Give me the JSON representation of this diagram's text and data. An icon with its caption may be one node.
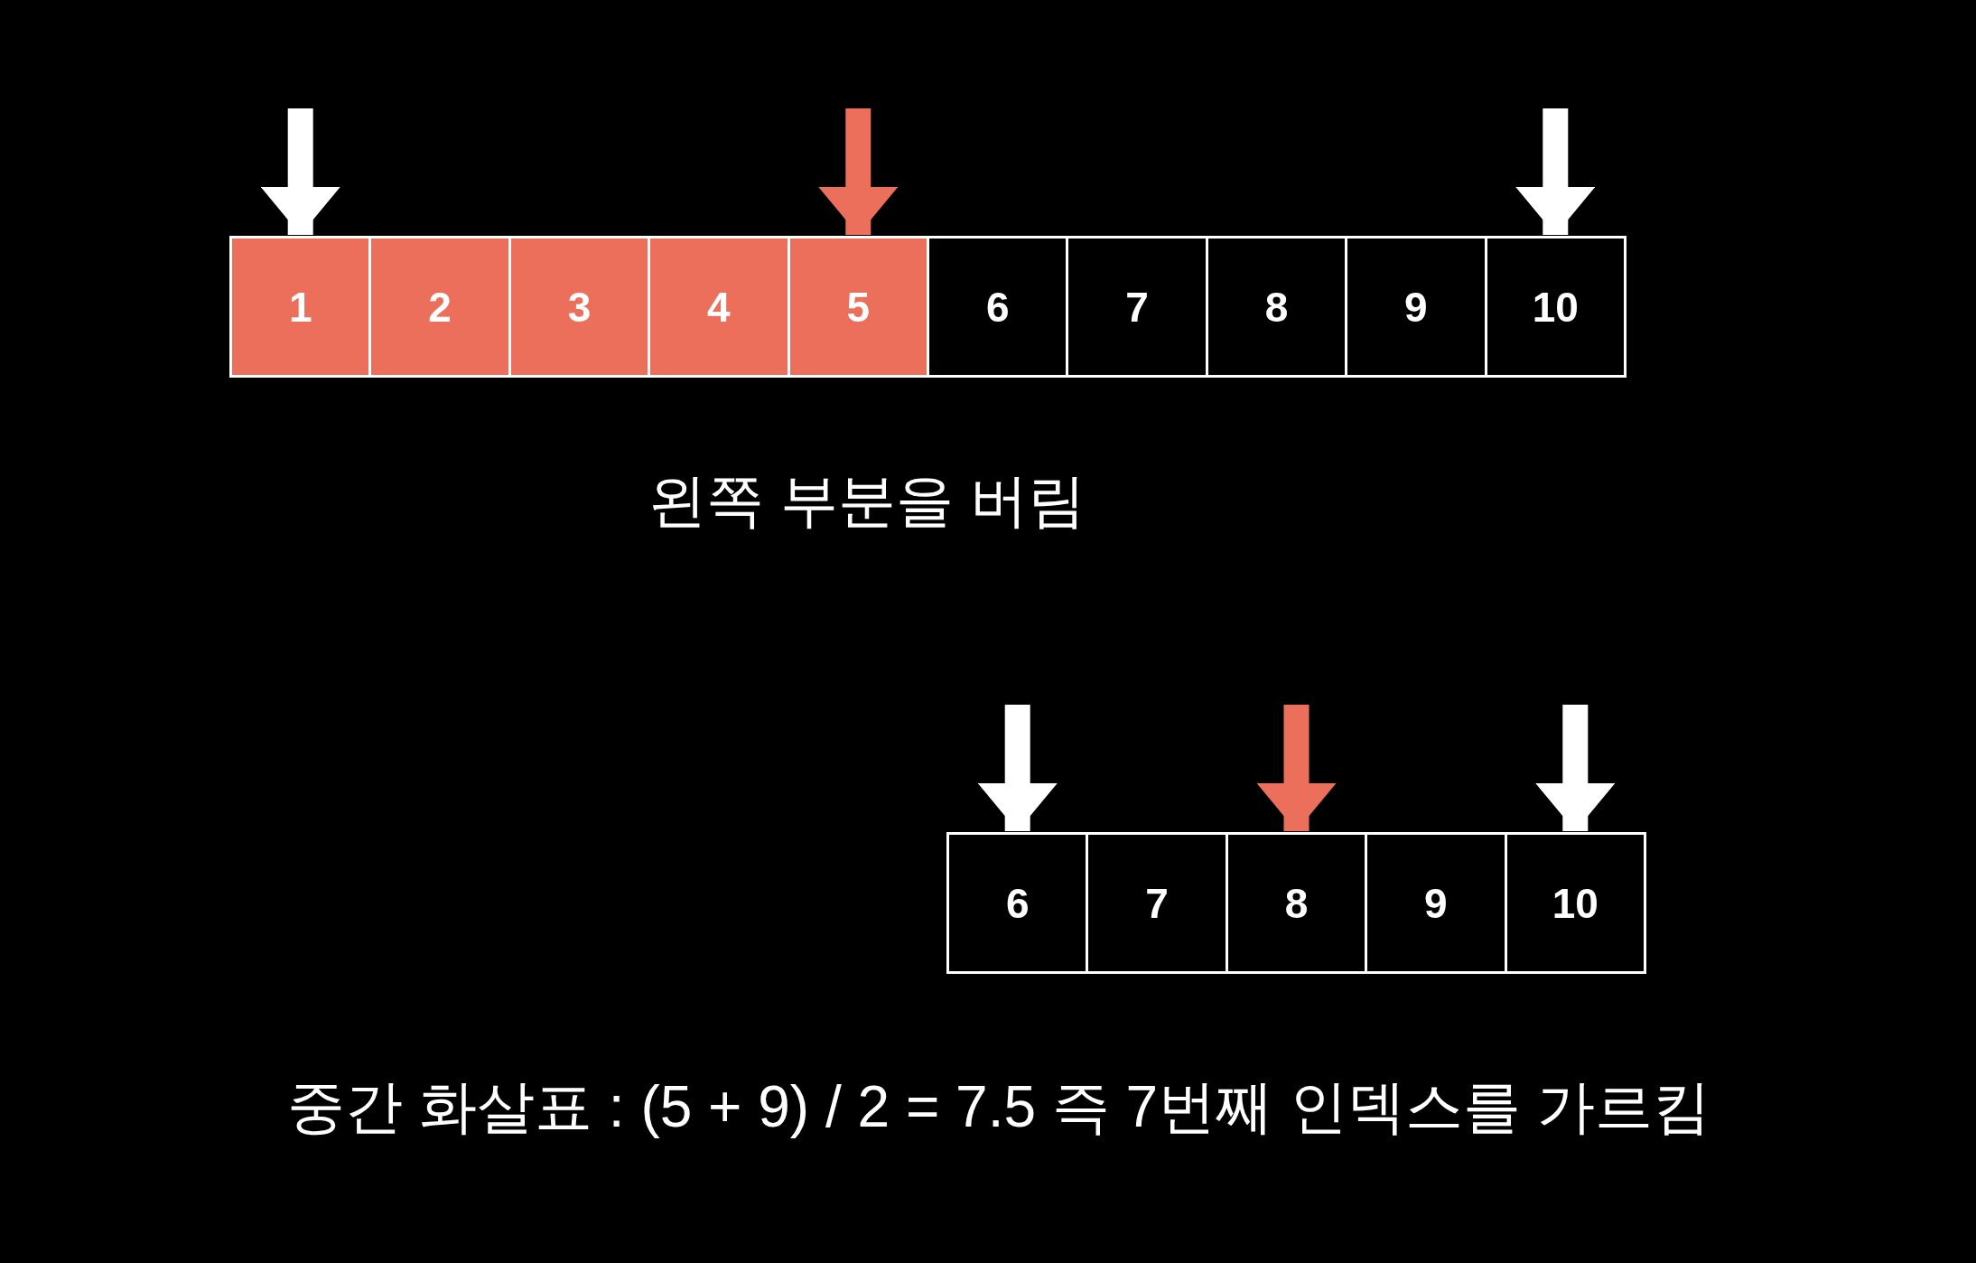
{
  "diagram": {
    "nodes": [
      {
        "text": [
          "1"
        ]
      },
      {
        "text": [
          "2"
        ]
      },
      {
        "text": [
          "3"
        ]
      },
      {
        "text": [
          "4"
        ]
      },
      {
        "text": [
          "5"
        ]
      },
      {
        "text": [
          "6"
        ]
      },
      {
        "text": [
          "7"
        ]
      },
      {
        "text": [
          "8"
        ]
      },
      {
        "text": [
          "9"
        ]
      },
      {
        "text": [
          "10"
        ]
      },
      {
        "text": [
          "6"
        ]
      },
      {
        "text": [
          "7"
        ]
      },
      {
        "text": [
          "8"
        ]
      },
      {
        "text": [
          "9"
        ]
      },
      {
        "text": [
          "10"
        ]
      }
    ],
    "edges": [
      {
        "from": null,
        "to": 0,
        "arrow": "to"
      },
      {
        "from": null,
        "to": 4,
        "arrow": "to",
        "color": "#ec6f5c"
      },
      {
        "from": null,
        "to": 9,
        "arrow": "to"
      },
      {
        "from": null,
        "to": 10,
        "arrow": "to"
      },
      {
        "from": null,
        "to": 12,
        "arrow": "to",
        "color": "#ec6f5c"
      },
      {
        "from": null,
        "to": 14,
        "arrow": "to"
      }
    ],
    "labels": [
      "왼쪽 부분을 버림",
      "중간 화살표 : (5 + 9) / 2 = 7.5 즉 7번째 인덱스를 가르킴"
    ]
  }
}
